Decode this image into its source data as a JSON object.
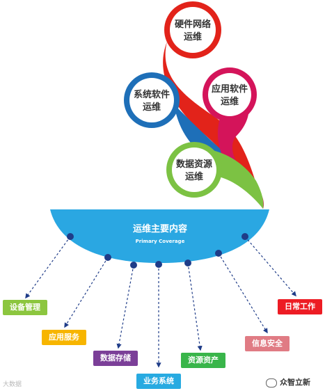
{
  "top_bubbles": [
    {
      "line1": "硬件网络",
      "line2": "运维",
      "color": "#e2231a"
    },
    {
      "line1": "系统软件",
      "line2": "运维",
      "color": "#1e6fb8"
    },
    {
      "line1": "应用软件",
      "line2": "运维",
      "color": "#d4145a"
    },
    {
      "line1": "数据资源",
      "line2": "运维",
      "color": "#7cc243"
    }
  ],
  "main": {
    "title": "运维主要内容",
    "subtitle": "Primary Coverage",
    "color": "#2aa7e2"
  },
  "tags": [
    {
      "label": "设备管理",
      "color": "#8cc63f"
    },
    {
      "label": "应用服务",
      "color": "#f7b500"
    },
    {
      "label": "数据存储",
      "color": "#7b3f98"
    },
    {
      "label": "业务系统",
      "color": "#27aae1"
    },
    {
      "label": "资源资产",
      "color": "#39b54a"
    },
    {
      "label": "信息安全",
      "color": "#e07b84"
    },
    {
      "label": "日常工作",
      "color": "#ed1c24"
    }
  ],
  "watermark_left": "大数据",
  "watermark_right": "众智立新"
}
